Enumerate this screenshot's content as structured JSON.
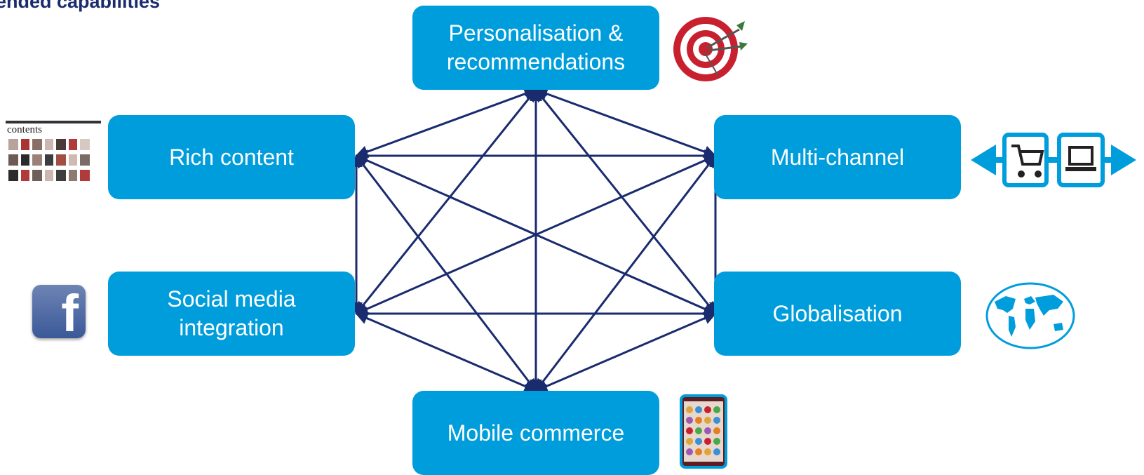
{
  "heading": "ended capabilities",
  "nodes": [
    {
      "id": "personalisation",
      "label": "Personalisation &\nrecommendations"
    },
    {
      "id": "rich-content",
      "label": "Rich content"
    },
    {
      "id": "multi-channel",
      "label": "Multi-channel"
    },
    {
      "id": "social-media",
      "label": "Social media\nintegration"
    },
    {
      "id": "globalisation",
      "label": "Globalisation"
    },
    {
      "id": "mobile-commerce",
      "label": "Mobile commerce"
    }
  ],
  "icons": {
    "personalisation": "target-with-darts-icon",
    "rich_content": "magazine-contents-page-icon",
    "rich_content_text": "contents",
    "multi_channel": "shopping-cart-and-laptop-icon",
    "social_media": "facebook-icon",
    "social_media_letter": "f",
    "globalisation": "world-map-icon",
    "mobile_commerce": "smartphone-icon"
  },
  "colors": {
    "box_fill": "#009ddc",
    "box_text": "#ffffff",
    "connector": "#1a2b6e",
    "heading": "#1a2b6e",
    "target_red": "#c8202f",
    "facebook_blue": "#3b5998"
  }
}
